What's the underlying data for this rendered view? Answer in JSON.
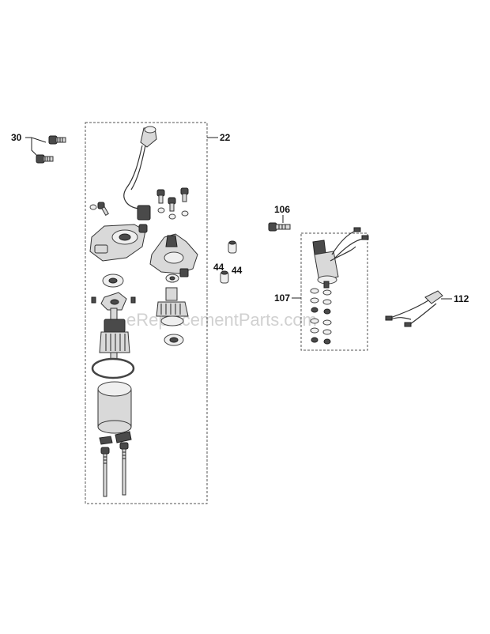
{
  "callouts": {
    "c30": "30",
    "c22": "22",
    "c106": "106",
    "c44a": "44",
    "c44b": "44",
    "c107": "107",
    "c112": "112"
  },
  "watermark": "eReplacementParts.com"
}
